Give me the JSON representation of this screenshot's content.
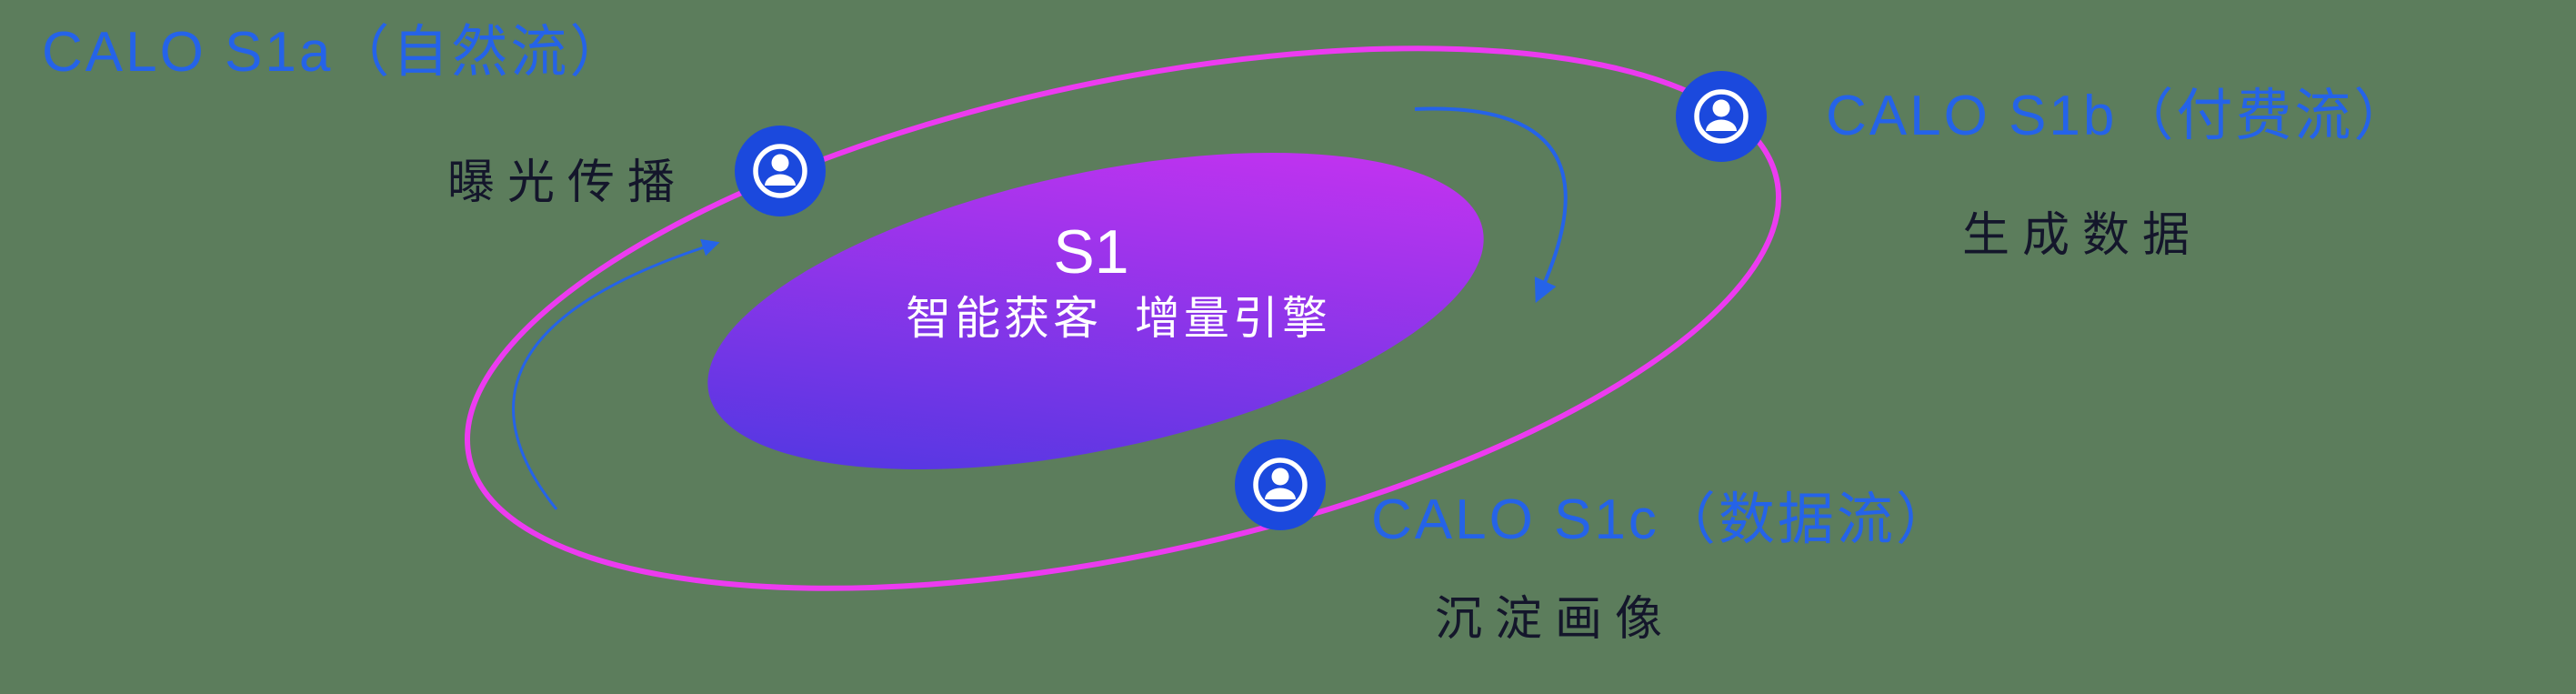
{
  "diagram": {
    "center": {
      "title": "S1",
      "subtitle": "智能获客  增量引擎"
    },
    "nodes": [
      {
        "id": "s1a",
        "title": "CALO S1a（自然流）",
        "subtitle": "曝光传播",
        "icon": "user-icon"
      },
      {
        "id": "s1b",
        "title": "CALO S1b（付费流）",
        "subtitle": "生成数据",
        "icon": "user-icon"
      },
      {
        "id": "s1c",
        "title": "CALO S1c（数据流）",
        "subtitle": "沉淀画像",
        "icon": "user-icon"
      }
    ]
  },
  "colors": {
    "background": "#5c7d5c",
    "node_title": "#2563e8",
    "node_subtitle": "#14162b",
    "center_text": "#ffffff",
    "orbit_stroke": "#ec3bf0",
    "core_gradient_start": "#4238e0",
    "core_gradient_end": "#d532f2",
    "icon_bg": "#1b49dd",
    "icon_fg": "#ffffff",
    "arrow": "#2563e8"
  }
}
